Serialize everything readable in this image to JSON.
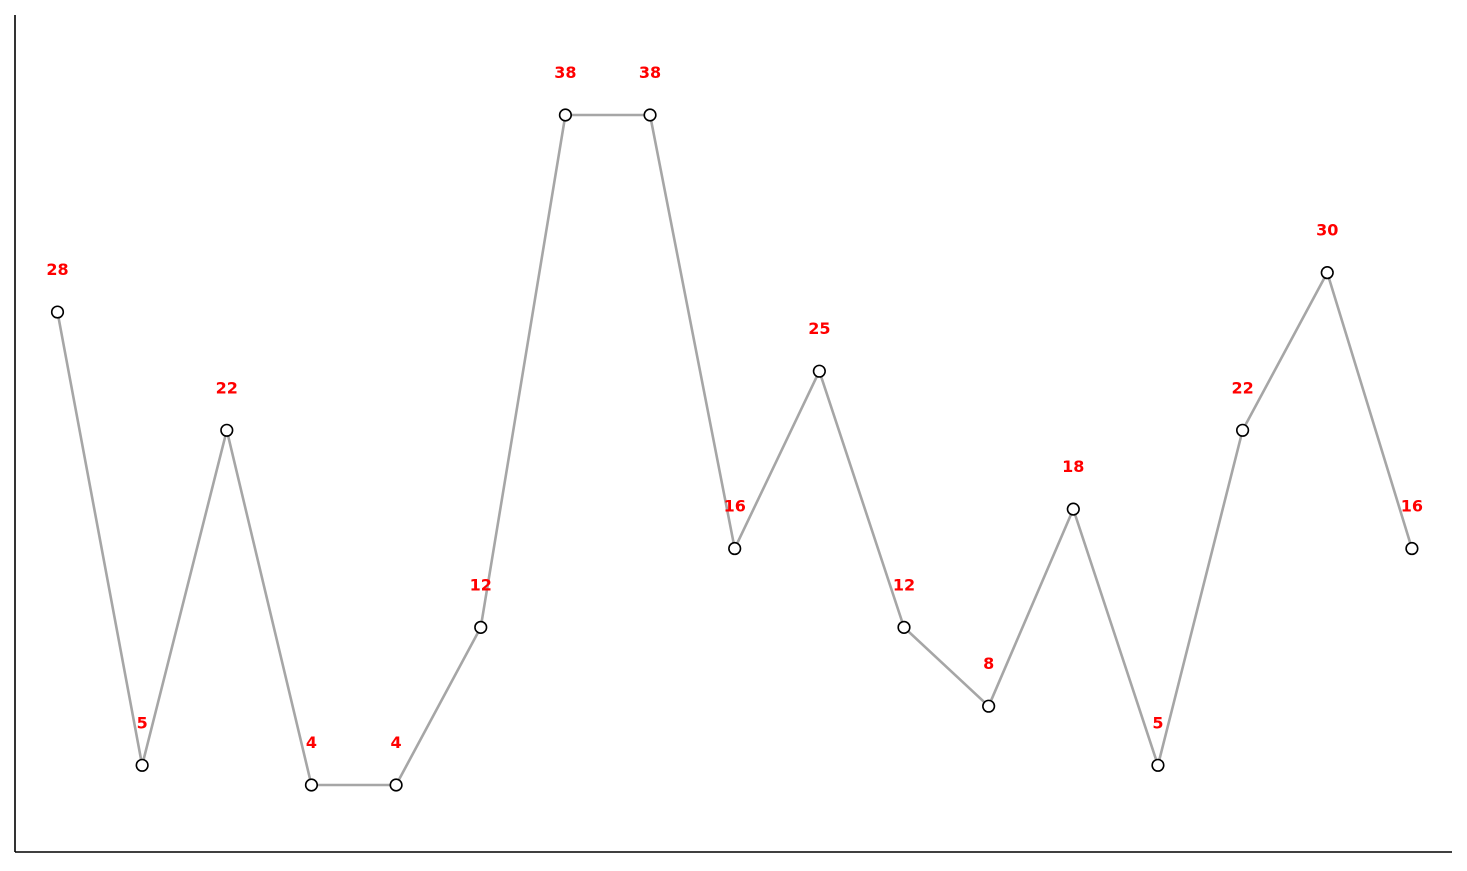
{
  "chart_data": {
    "type": "line",
    "title": "",
    "xlabel": "",
    "ylabel": "",
    "x": [
      1,
      2,
      3,
      4,
      5,
      6,
      7,
      8,
      9,
      10,
      11,
      12,
      13,
      14,
      15,
      16,
      17
    ],
    "series": [
      {
        "values": [
          28,
          5,
          22,
          4,
          4,
          12,
          38,
          38,
          16,
          25,
          12,
          8,
          18,
          5,
          22,
          30,
          16
        ]
      }
    ],
    "data_labels": [
      "28",
      "5",
      "22",
      "4",
      "4",
      "12",
      "38",
      "38",
      "16",
      "25",
      "12",
      "8",
      "18",
      "5",
      "22",
      "30",
      "16"
    ],
    "ylim": [
      -0.5,
      43
    ],
    "grid": false,
    "line_color": "#a6a6a6",
    "marker_edge_color": "#000000",
    "marker_face_color": "#ffffff",
    "label_color": "#ff0000",
    "axis_color": "#000000"
  }
}
